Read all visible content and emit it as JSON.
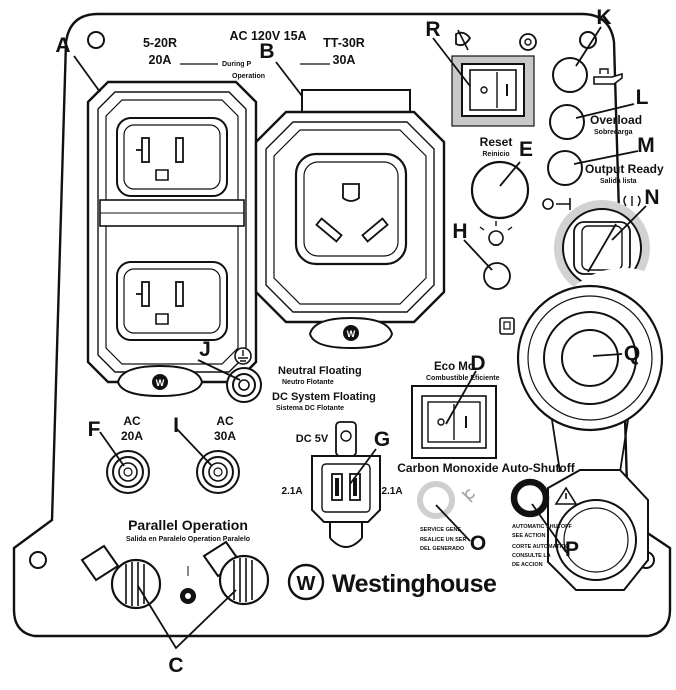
{
  "callouts": {
    "A": "A",
    "B": "B",
    "C": "C",
    "D": "D",
    "E": "E",
    "F": "F",
    "G": "G",
    "H": "H",
    "I": "I",
    "J": "J",
    "K": "K",
    "L": "L",
    "M": "M",
    "N": "N",
    "O": "O",
    "P": "P",
    "Q": "Q",
    "R": "R"
  },
  "labels": {
    "outlet_520_a": "5-20R",
    "outlet_520_b": "20A",
    "ac_rating": "AC 120V 15A",
    "during_parallel_a": "During P",
    "during_parallel_b": "Operation",
    "tt30_a": "TT-30R",
    "tt30_b": "30A",
    "reset": "Reset",
    "reset_es": "Reinicio",
    "overload": "Overload",
    "overload_es": "Sobrecarga",
    "output_ready": "Output Ready",
    "output_ready_es": "Salida lista",
    "neutral_floating": "Neutral Floating",
    "neutral_floating_es": "Neutro Flotante",
    "dc_floating": "DC System Floating",
    "dc_floating_es": "Sistema DC Flotante",
    "eco_mode": "Eco Mo",
    "eco_mode_es": "Combustible Eficiente",
    "ac20_a": "AC",
    "ac20_b": "20A",
    "ac30_a": "AC",
    "ac30_b": "30A",
    "dc5v": "DC 5V",
    "usb_left": "2.1A",
    "usb_right": "2.1A",
    "co_shutoff": "Carbon Monoxide Auto-Shutoff",
    "service_1": "SERVICE GENE",
    "service_2": "REALICE UN SER",
    "service_3": "DEL GENERADO",
    "auto_1": "AUTOMATIC SHUTOFF",
    "auto_2": "SEE ACTION",
    "auto_3": "CORTE AUTOMATICO",
    "auto_4": "CONSULTE LA",
    "auto_5": "DE ACCION",
    "parallel": "Parallel Operation",
    "parallel_es": "Salida en Paralelo Operation Paralelo",
    "brand": "Westinghouse",
    "brand_mark": "W"
  },
  "colors": {
    "ink": "#111111",
    "panel": "#ffffff",
    "switch_highlight": "#c8c8c8",
    "knob_highlight": "#d2d2d2",
    "co_ring_light": "#cfcfcf"
  },
  "icons": [
    "oil-can-icon",
    "fuel-tank-icon",
    "choke-icon",
    "lightbulb-icon",
    "ground-icon",
    "usb-icon",
    "fan-icon",
    "warning-icon",
    "wrench-icon"
  ]
}
